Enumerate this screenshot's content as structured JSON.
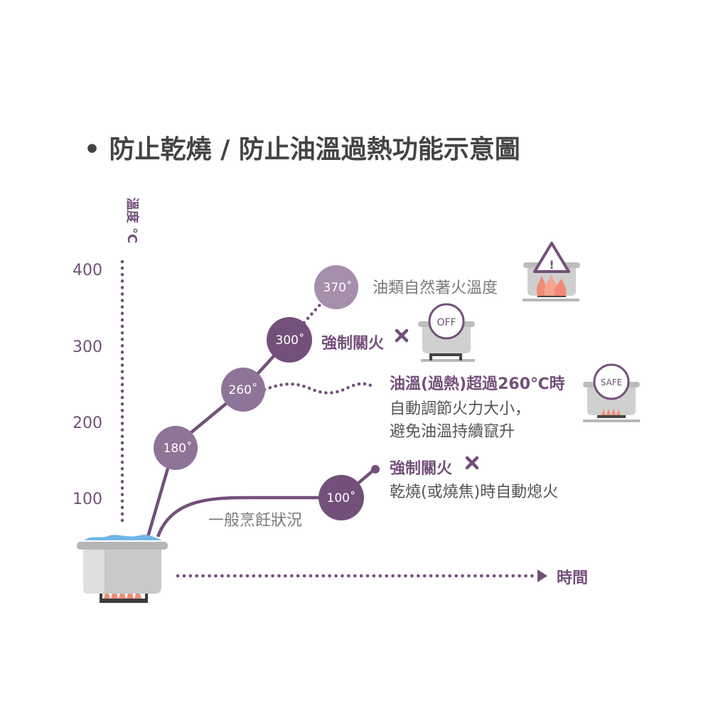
{
  "title": "• 防止乾燒 / 防止油溫過熱功能示意圖",
  "axes": {
    "y_label": "溫度 °C",
    "y_ticks": [
      "400",
      "300",
      "200",
      "100"
    ],
    "x_label": "時間"
  },
  "colors": {
    "purple_dark": "#73507a",
    "purple_mid": "#8e7496",
    "purple_light": "#a58fab",
    "text_gray": "#666666",
    "flame": "#f08a76",
    "water": "#6fb6e6",
    "pot": "#c7c7c7"
  },
  "nodes": {
    "n100": "100˚",
    "n180": "180˚",
    "n260": "260˚",
    "n300": "300˚",
    "n370": "370˚"
  },
  "annotations": {
    "ignition": "油類自然著火溫度",
    "forced_off_1": "強制關火",
    "overheat_line1": "油溫(過熱)超過260℃時",
    "overheat_line2": "自動調節火力大小，",
    "overheat_line3": "避免油溫持續竄升",
    "forced_off_2": "強制關火",
    "dry_burn": "乾燒(或燒焦)時自動熄火",
    "normal": "一般烹飪狀況"
  },
  "badges": {
    "warning": "!",
    "off": "OFF",
    "safe": "SAFE"
  },
  "icons": {
    "cross": "close-icon",
    "warning": "warning-triangle-icon",
    "flame": "flame-icon"
  }
}
